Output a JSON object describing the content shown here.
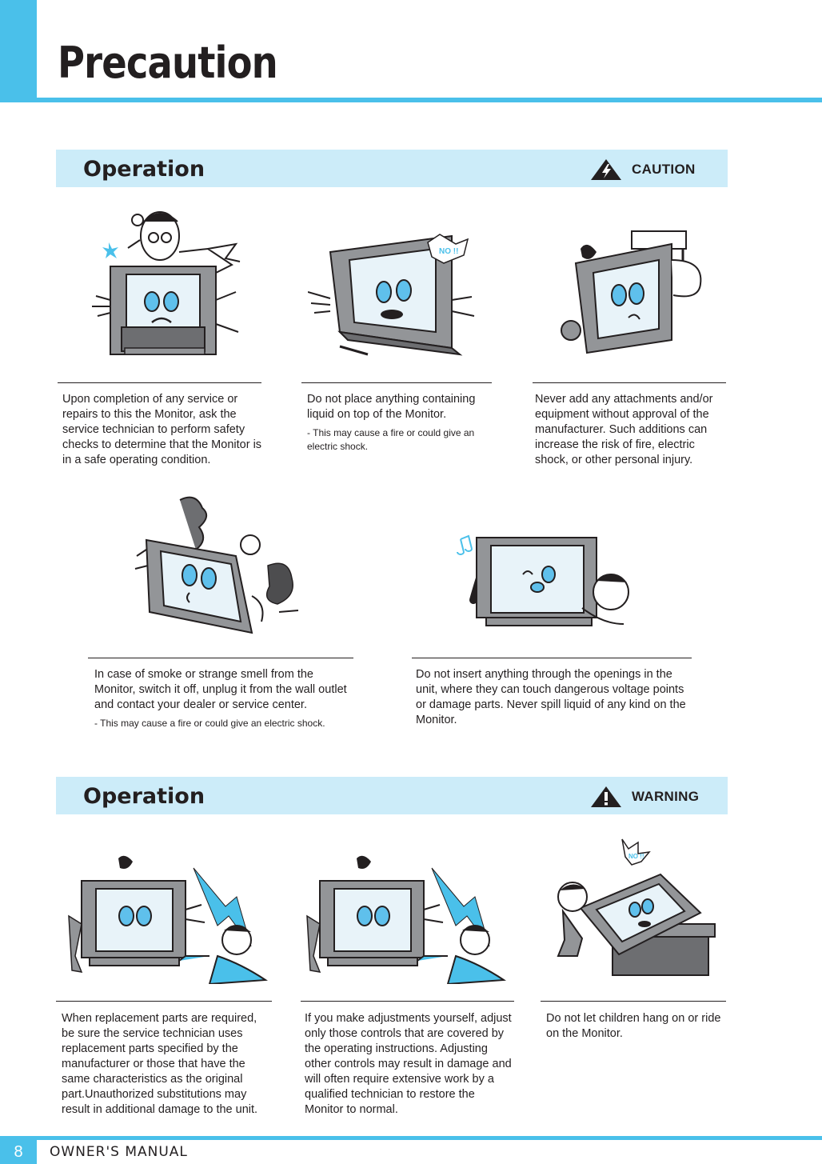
{
  "page": {
    "title": "Precaution",
    "page_number": "8",
    "footer_label": "OWNER'S MANUAL"
  },
  "sections": [
    {
      "title": "Operation",
      "badge": "CAUTION",
      "badge_icon": "lightning-warning-icon",
      "items": [
        {
          "text": "Upon completion of any service or repairs to this the Monitor, ask the service technician to perform safety checks to determine that the Monitor is in a safe operating condition.",
          "note": ""
        },
        {
          "text": "Do not place anything containing liquid on top of the Monitor.",
          "note": "- This may cause a fire or could give an electric shock."
        },
        {
          "text": "Never add any attachments and/or equipment without approval of the manufacturer. Such additions can increase the risk of fire, electric shock, or other personal injury.",
          "note": ""
        },
        {
          "text": "In case of smoke or strange smell from the Monitor, switch it off, unplug it from the wall outlet and contact your dealer or service center.",
          "note": "- This may cause a fire or could give an electric shock."
        },
        {
          "text": "Do not insert anything through the openings in the unit, where they can touch dangerous voltage points or damage parts. Never spill liquid of any kind on the Monitor.",
          "note": ""
        }
      ],
      "illustration_labels": {
        "no_sign": "NO !!"
      }
    },
    {
      "title": "Operation",
      "badge": "WARNING",
      "badge_icon": "exclamation-warning-icon",
      "items": [
        {
          "text": "When replacement parts are required, be sure the service technician uses replacement parts specified by the manufacturer or those that have the same characteristics as the original part.Unauthorized substitutions may result in additional damage to the unit.",
          "note": ""
        },
        {
          "text": "If you make adjustments yourself, adjust only those controls that are covered by the operating instructions. Adjusting other controls may result in damage and will often require extensive work by a qualified technician to restore the Monitor to normal.",
          "note": ""
        },
        {
          "text": "Do not let children hang on or ride on the Monitor.",
          "note": ""
        }
      ]
    }
  ],
  "colors": {
    "accent": "#4ac0ea",
    "section_bar": "#ccecf9",
    "text": "#231f20",
    "screen": "#e8f3f9",
    "eye": "#5fc0ec"
  }
}
